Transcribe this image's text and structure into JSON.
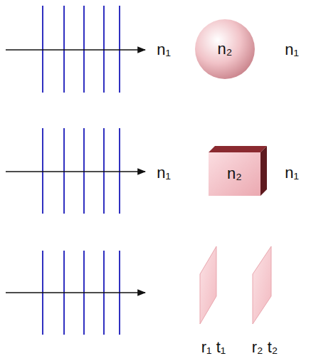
{
  "diagram": {
    "nodes": [
      {
        "text": [
          "n₂"
        ]
      },
      {
        "text": [
          "n₂"
        ]
      }
    ],
    "labels": [
      "n₁",
      "n₁",
      "n₁",
      "n₁",
      "r₁ t₁",
      "r₂ t₂"
    ]
  }
}
